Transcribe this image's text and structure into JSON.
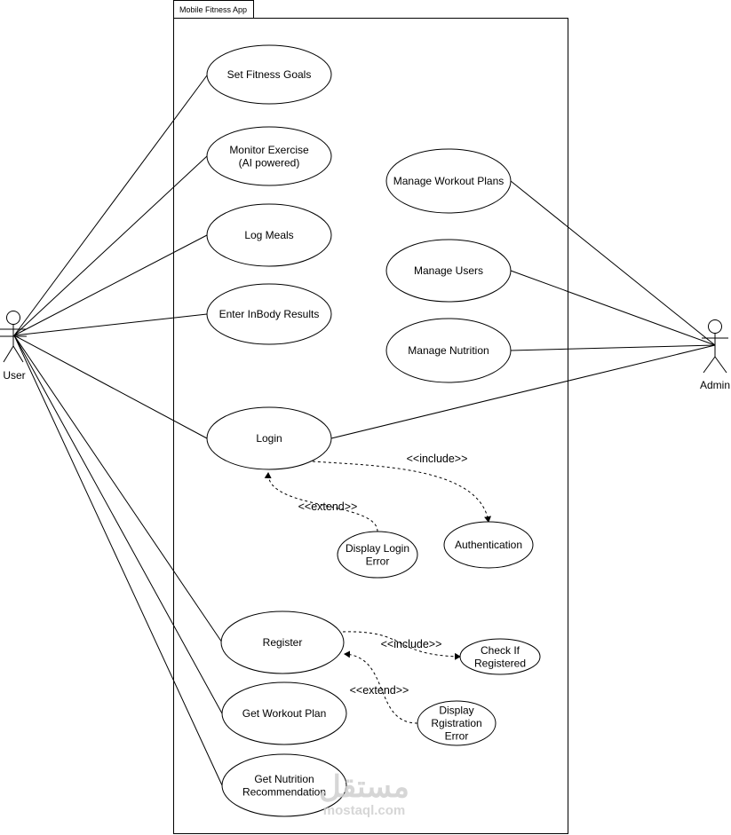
{
  "diagram": {
    "type": "use-case",
    "system_boundary": {
      "title": "Mobile Fitness App"
    },
    "actors": [
      {
        "id": "user",
        "label": "User"
      },
      {
        "id": "admin",
        "label": "Admin"
      }
    ],
    "use_cases": [
      {
        "id": "set-fitness-goals",
        "lines": [
          "Set Fitness Goals"
        ]
      },
      {
        "id": "monitor-exercise",
        "lines": [
          "Monitor Exercise",
          "(AI powered)"
        ]
      },
      {
        "id": "log-meals",
        "lines": [
          "Log Meals"
        ]
      },
      {
        "id": "enter-inbody-results",
        "lines": [
          "Enter InBody Results"
        ]
      },
      {
        "id": "login",
        "lines": [
          "Login"
        ]
      },
      {
        "id": "display-login-error",
        "lines": [
          "Display Login",
          "Error"
        ]
      },
      {
        "id": "authentication",
        "lines": [
          "Authentication"
        ]
      },
      {
        "id": "register",
        "lines": [
          "Register"
        ]
      },
      {
        "id": "check-if-registered",
        "lines": [
          "Check If",
          "Registered"
        ]
      },
      {
        "id": "display-registration-error",
        "lines": [
          "Display",
          "Rgistration",
          "Error"
        ]
      },
      {
        "id": "get-workout-plan",
        "lines": [
          "Get Workout Plan"
        ]
      },
      {
        "id": "get-nutrition-recommendation",
        "lines": [
          "Get Nutrition",
          "Recommendation"
        ]
      },
      {
        "id": "manage-workout-plans",
        "lines": [
          "Manage Workout Plans"
        ]
      },
      {
        "id": "manage-users",
        "lines": [
          "Manage Users"
        ]
      },
      {
        "id": "manage-nutrition",
        "lines": [
          "Manage Nutrition"
        ]
      }
    ],
    "associations": [
      {
        "actor": "user",
        "use_case": "set-fitness-goals"
      },
      {
        "actor": "user",
        "use_case": "monitor-exercise"
      },
      {
        "actor": "user",
        "use_case": "log-meals"
      },
      {
        "actor": "user",
        "use_case": "enter-inbody-results"
      },
      {
        "actor": "user",
        "use_case": "login"
      },
      {
        "actor": "user",
        "use_case": "register"
      },
      {
        "actor": "user",
        "use_case": "get-workout-plan"
      },
      {
        "actor": "user",
        "use_case": "get-nutrition-recommendation"
      },
      {
        "actor": "admin",
        "use_case": "manage-workout-plans"
      },
      {
        "actor": "admin",
        "use_case": "manage-users"
      },
      {
        "actor": "admin",
        "use_case": "manage-nutrition"
      },
      {
        "actor": "admin",
        "use_case": "login"
      }
    ],
    "relationships": [
      {
        "type": "include",
        "label": "<<include>>",
        "from": "login",
        "to": "authentication"
      },
      {
        "type": "extend",
        "label": "<<extend>>",
        "from": "display-login-error",
        "to": "login"
      },
      {
        "type": "include",
        "label": "<<include>>",
        "from": "register",
        "to": "check-if-registered"
      },
      {
        "type": "extend",
        "label": "<<extend>>",
        "from": "display-registration-error",
        "to": "register"
      }
    ]
  },
  "watermark": {
    "arabic": "مستقل",
    "latin": "mostaql.com"
  }
}
